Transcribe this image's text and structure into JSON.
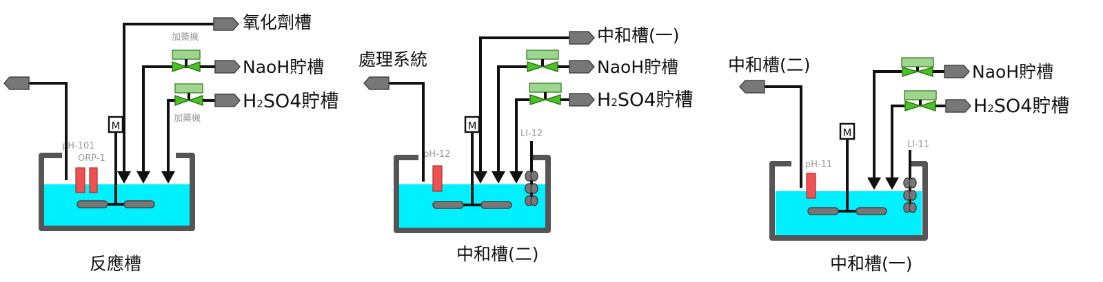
{
  "colors": {
    "water": "#00f0ff",
    "probe": "#ef5050",
    "valve": "#4cc026",
    "pipe_end": "#777777",
    "tank_wall": "#555555"
  },
  "reactor": {
    "title": "反應槽",
    "oxidant_tank": "氧化劑槽",
    "doser_top": "加藥機",
    "doser_bottom": "加藥機",
    "naoh_tank": "NaoH貯槽",
    "h2so4_main": "H",
    "h2so4_sub": "2",
    "h2so4_rest": "SO4貯槽",
    "sensor_ph": "pH-101",
    "sensor_orp": "ORP-1",
    "motor": "M"
  },
  "neutral2": {
    "title": "中和槽(二)",
    "treatment_system": "處理系統",
    "upstream_tank": "中和槽(一)",
    "naoh_tank": "NaoH貯槽",
    "h2so4_main": "H",
    "h2so4_sub": "2",
    "h2so4_rest": "SO4貯槽",
    "sensor_ph": "pH-12",
    "sensor_level": "LI-12",
    "motor": "M"
  },
  "neutral1": {
    "title": "中和槽(一)",
    "downstream_tank": "中和槽(二)",
    "naoh_tank": "NaoH貯槽",
    "h2so4_main": "H",
    "h2so4_sub": "2",
    "h2so4_rest": "SO4貯槽",
    "sensor_ph": "pH-11",
    "sensor_level": "LI-11",
    "motor": "M"
  }
}
